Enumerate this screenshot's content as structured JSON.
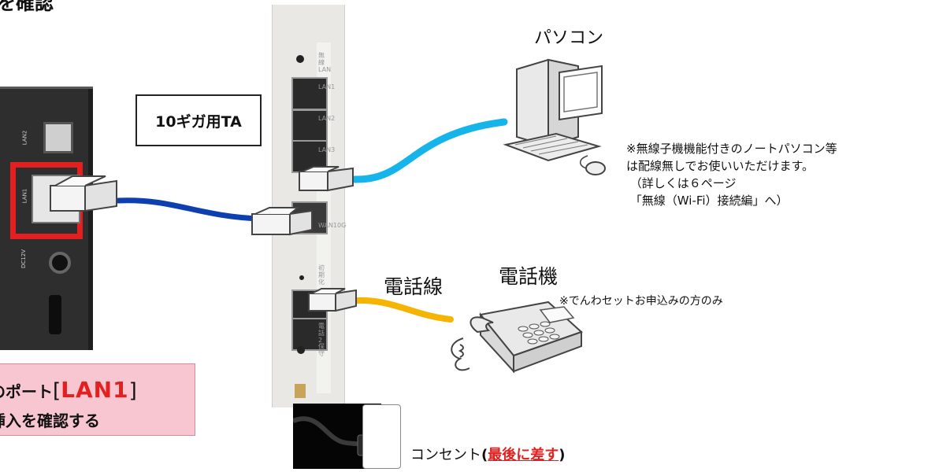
{
  "top_title_fragment": "を確認",
  "router_port_labels": {
    "lan2": "LAN2",
    "lan1": "LAN1",
    "dc": "DC12V"
  },
  "notice": {
    "line1_prefix": "のポート",
    "line1_bracket_open": "[",
    "line1_port": "LAN1",
    "line1_bracket_close": "]",
    "line2": "挿入を確認する"
  },
  "ta_label": "10ギガ用TA",
  "ta_port_labels": {
    "wireless": "無線LAN",
    "lan1": "LAN1",
    "lan2": "LAN2",
    "lan3": "LAN3",
    "wan": "WAN10G",
    "init": "初期化",
    "tel": "電話2",
    "save": "保守"
  },
  "pc_label": "パソコン",
  "pc_note": "※無線子機機能付きのノートパソコン等\nは配線無しでお使いいただけます。\n （詳しくは６ページ\n 「無線（Wi-Fi）接続編」へ）",
  "phone_line_label": "電話線",
  "phone_label": "電話機",
  "phone_note": "※でんわセットお申込みの方のみ",
  "outlet": {
    "prefix": "コンセント",
    "paren_open": "(",
    "emphasis": "最後に差す",
    "paren_close": ")"
  },
  "colors": {
    "lan_cable_blue": "#0e3fb1",
    "lan_cable_light": "#15b4ea",
    "phone_cable": "#f5b400",
    "alert_red": "#e41f1f",
    "notice_bg": "#f8c6d0"
  }
}
